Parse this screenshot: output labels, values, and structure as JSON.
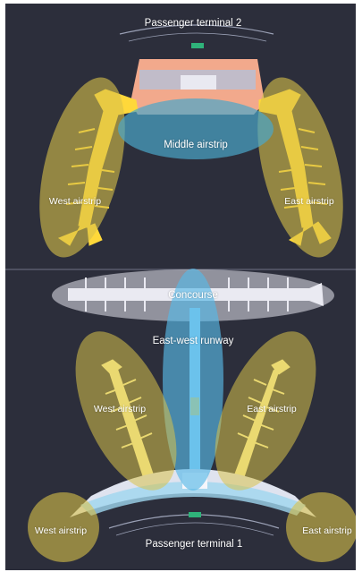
{
  "labels": {
    "terminal2": "Passenger terminal 2",
    "terminal1": "Passenger terminal 1",
    "middle_airstrip": "Middle airstrip",
    "west_airstrip_top": "West airstrip",
    "east_airstrip_top": "East airstrip",
    "concourse": "Concourse",
    "east_west_runway": "East-west runway",
    "west_airstrip_mid": "West airstrip",
    "east_airstrip_mid": "East airstrip",
    "west_airstrip_bottom": "West airstrip",
    "east_airstrip_bottom": "East airstrip"
  },
  "colors": {
    "background": "#2c2e3b",
    "airstrip_highlight": "#d9c24a",
    "middle_airstrip_highlight": "#4aa6c9",
    "concourse_highlight": "#e6e6ee",
    "runway_highlight": "#58b8e6",
    "terminal_roof": "#f2a98c",
    "pier_yellow": "#ffd83a",
    "pier_pale": "#fff3a0",
    "divider": "#6f7284"
  }
}
